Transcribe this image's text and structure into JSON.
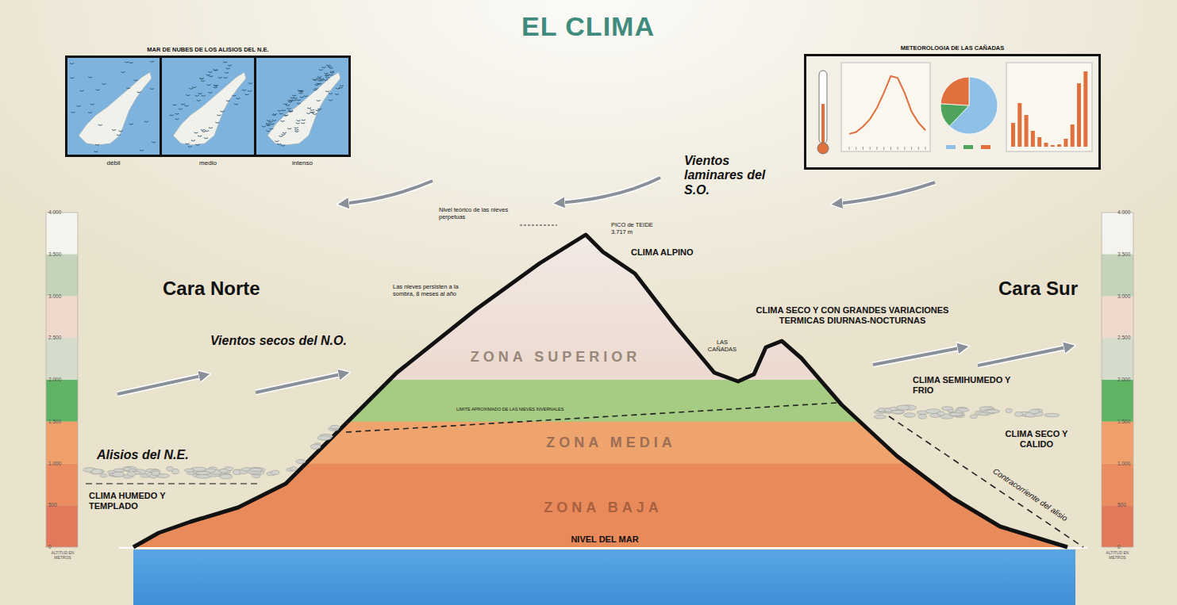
{
  "diagram": {
    "title": "EL CLIMA",
    "nodes": [
      {
        "text": [
          "MAR DE NUBES DE LOS ALISIOS DEL N.E."
        ]
      },
      {
        "text": [
          "débil"
        ],
        "in": 0
      },
      {
        "text": [
          "medio"
        ],
        "in": 0
      },
      {
        "text": [
          "intenso"
        ],
        "in": 0
      },
      {
        "text": [
          "METEOROLOGIA DE LAS CAÑADAS"
        ]
      }
    ],
    "labels": [
      "Vientos laminares del S.O.",
      "Nivel teórico de las nieves perpetuas",
      "PICO de TEIDE 3.717 m",
      "CLIMA ALPINO",
      "Cara Norte",
      "Cara Sur",
      "Las nieves persisten a la sombra, 8 meses al año",
      "CLIMA SECO Y CON GRANDES VARIACIONES TERMICAS DIURNAS-NOCTURNAS",
      "LAS CAÑADAS",
      "Vientos secos del N.O.",
      "ZONA SUPERIOR",
      "LIMITE APROXIMADO DE LAS NIEVES INVERNALES",
      "ZONA MEDIA",
      "Alisios del N.E.",
      "CLIMA SEMIHUMEDO Y FRIO",
      "CLIMA SECO Y CALIDO",
      "Contracorriente del alisio",
      "CLIMA HUMEDO Y TEMPLADO",
      "ZONA BAJA",
      "NIVEL DEL MAR",
      "4.000",
      "3.500",
      "3.000",
      "2.500",
      "2.000",
      "1.500",
      "1.000",
      "500",
      "0",
      "ALTITUD EN METROS",
      "4.000",
      "3.500",
      "3.000",
      "2.500",
      "2.000",
      "1.500",
      "1.000",
      "500",
      "0",
      "ALTITUD EN METROS"
    ]
  }
}
